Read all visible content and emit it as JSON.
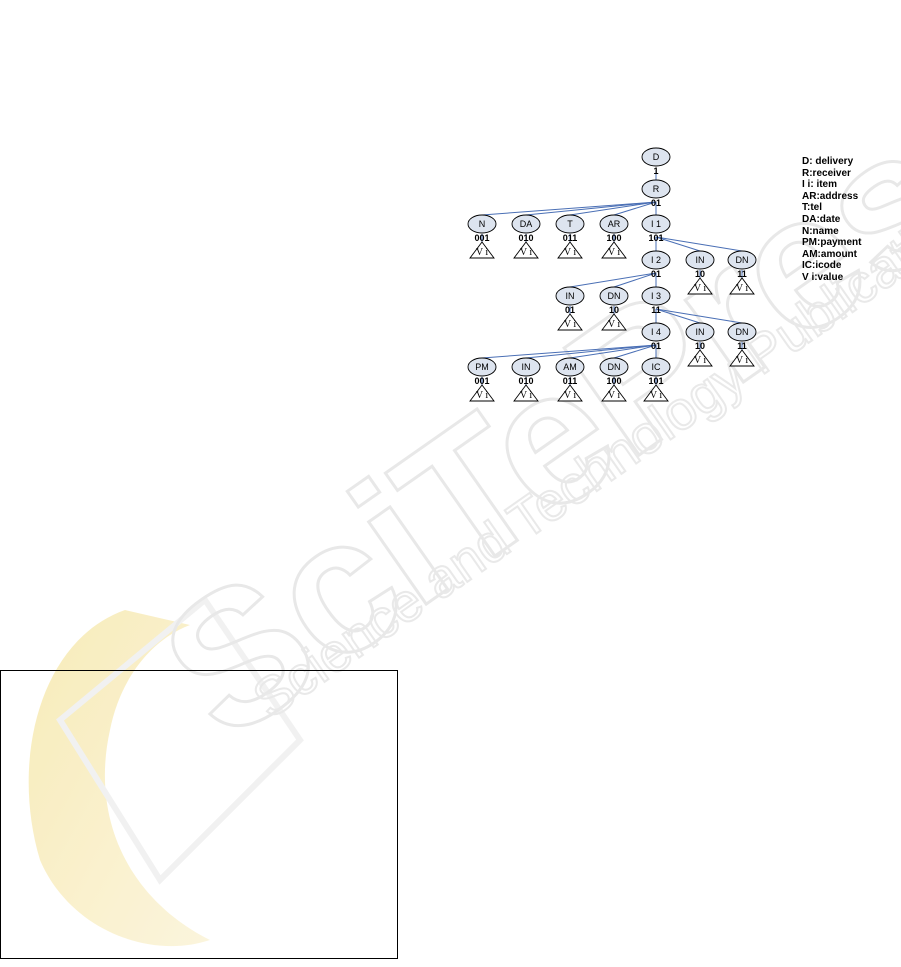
{
  "diagram": {
    "nodes": [
      {
        "id": "D",
        "label": "D",
        "code": "1"
      },
      {
        "id": "R",
        "label": "R",
        "code": "01",
        "parent": "D"
      },
      {
        "id": "N",
        "label": "N",
        "code": "001",
        "parent": "R",
        "leaf": "V i"
      },
      {
        "id": "DA",
        "label": "DA",
        "code": "010",
        "parent": "R",
        "leaf": "V i"
      },
      {
        "id": "T",
        "label": "T",
        "code": "011",
        "parent": "R",
        "leaf": "V i"
      },
      {
        "id": "AR",
        "label": "AR",
        "code": "100",
        "parent": "R",
        "leaf": "V i"
      },
      {
        "id": "I1",
        "label": "I 1",
        "code": "101",
        "parent": "R"
      },
      {
        "id": "I2",
        "label": "I 2",
        "code": "01",
        "parent": "I1"
      },
      {
        "id": "IN1",
        "label": "IN",
        "code": "10",
        "parent": "I1",
        "leaf": "V i"
      },
      {
        "id": "DN1",
        "label": "DN",
        "code": "11",
        "parent": "I1",
        "leaf": "V i"
      },
      {
        "id": "IN2",
        "label": "IN",
        "code": "01",
        "parent": "I2",
        "leaf": "V i"
      },
      {
        "id": "DN2",
        "label": "DN",
        "code": "10",
        "parent": "I2",
        "leaf": "V i"
      },
      {
        "id": "I3",
        "label": "I 3",
        "code": "11",
        "parent": "I2"
      },
      {
        "id": "I4",
        "label": "I 4",
        "code": "01",
        "parent": "I3"
      },
      {
        "id": "IN3",
        "label": "IN",
        "code": "10",
        "parent": "I3",
        "leaf": "V i"
      },
      {
        "id": "DN3",
        "label": "DN",
        "code": "11",
        "parent": "I3",
        "leaf": "V i"
      },
      {
        "id": "PM",
        "label": "PM",
        "code": "001",
        "parent": "I4",
        "leaf": "V i"
      },
      {
        "id": "IN4",
        "label": "IN",
        "code": "010",
        "parent": "I4",
        "leaf": "V i"
      },
      {
        "id": "AM",
        "label": "AM",
        "code": "011",
        "parent": "I4",
        "leaf": "V i"
      },
      {
        "id": "DN4",
        "label": "DN",
        "code": "100",
        "parent": "I4",
        "leaf": "V i"
      },
      {
        "id": "IC",
        "label": "IC",
        "code": "101",
        "parent": "I4",
        "leaf": "V i"
      }
    ],
    "legend": [
      "D: delivery",
      "R:receiver",
      "I i: item",
      "AR:address",
      "T:tel",
      "DA:date",
      "N:name",
      "PM:payment",
      "AM:amount",
      "IC:icode",
      "V i:value"
    ],
    "colors": {
      "node_fill": "#dde4ef",
      "edge": "#4a6fb5",
      "outline": "#000000"
    }
  },
  "watermark": {
    "main": "SciTePress",
    "sub": "Science and Technology Publications"
  }
}
